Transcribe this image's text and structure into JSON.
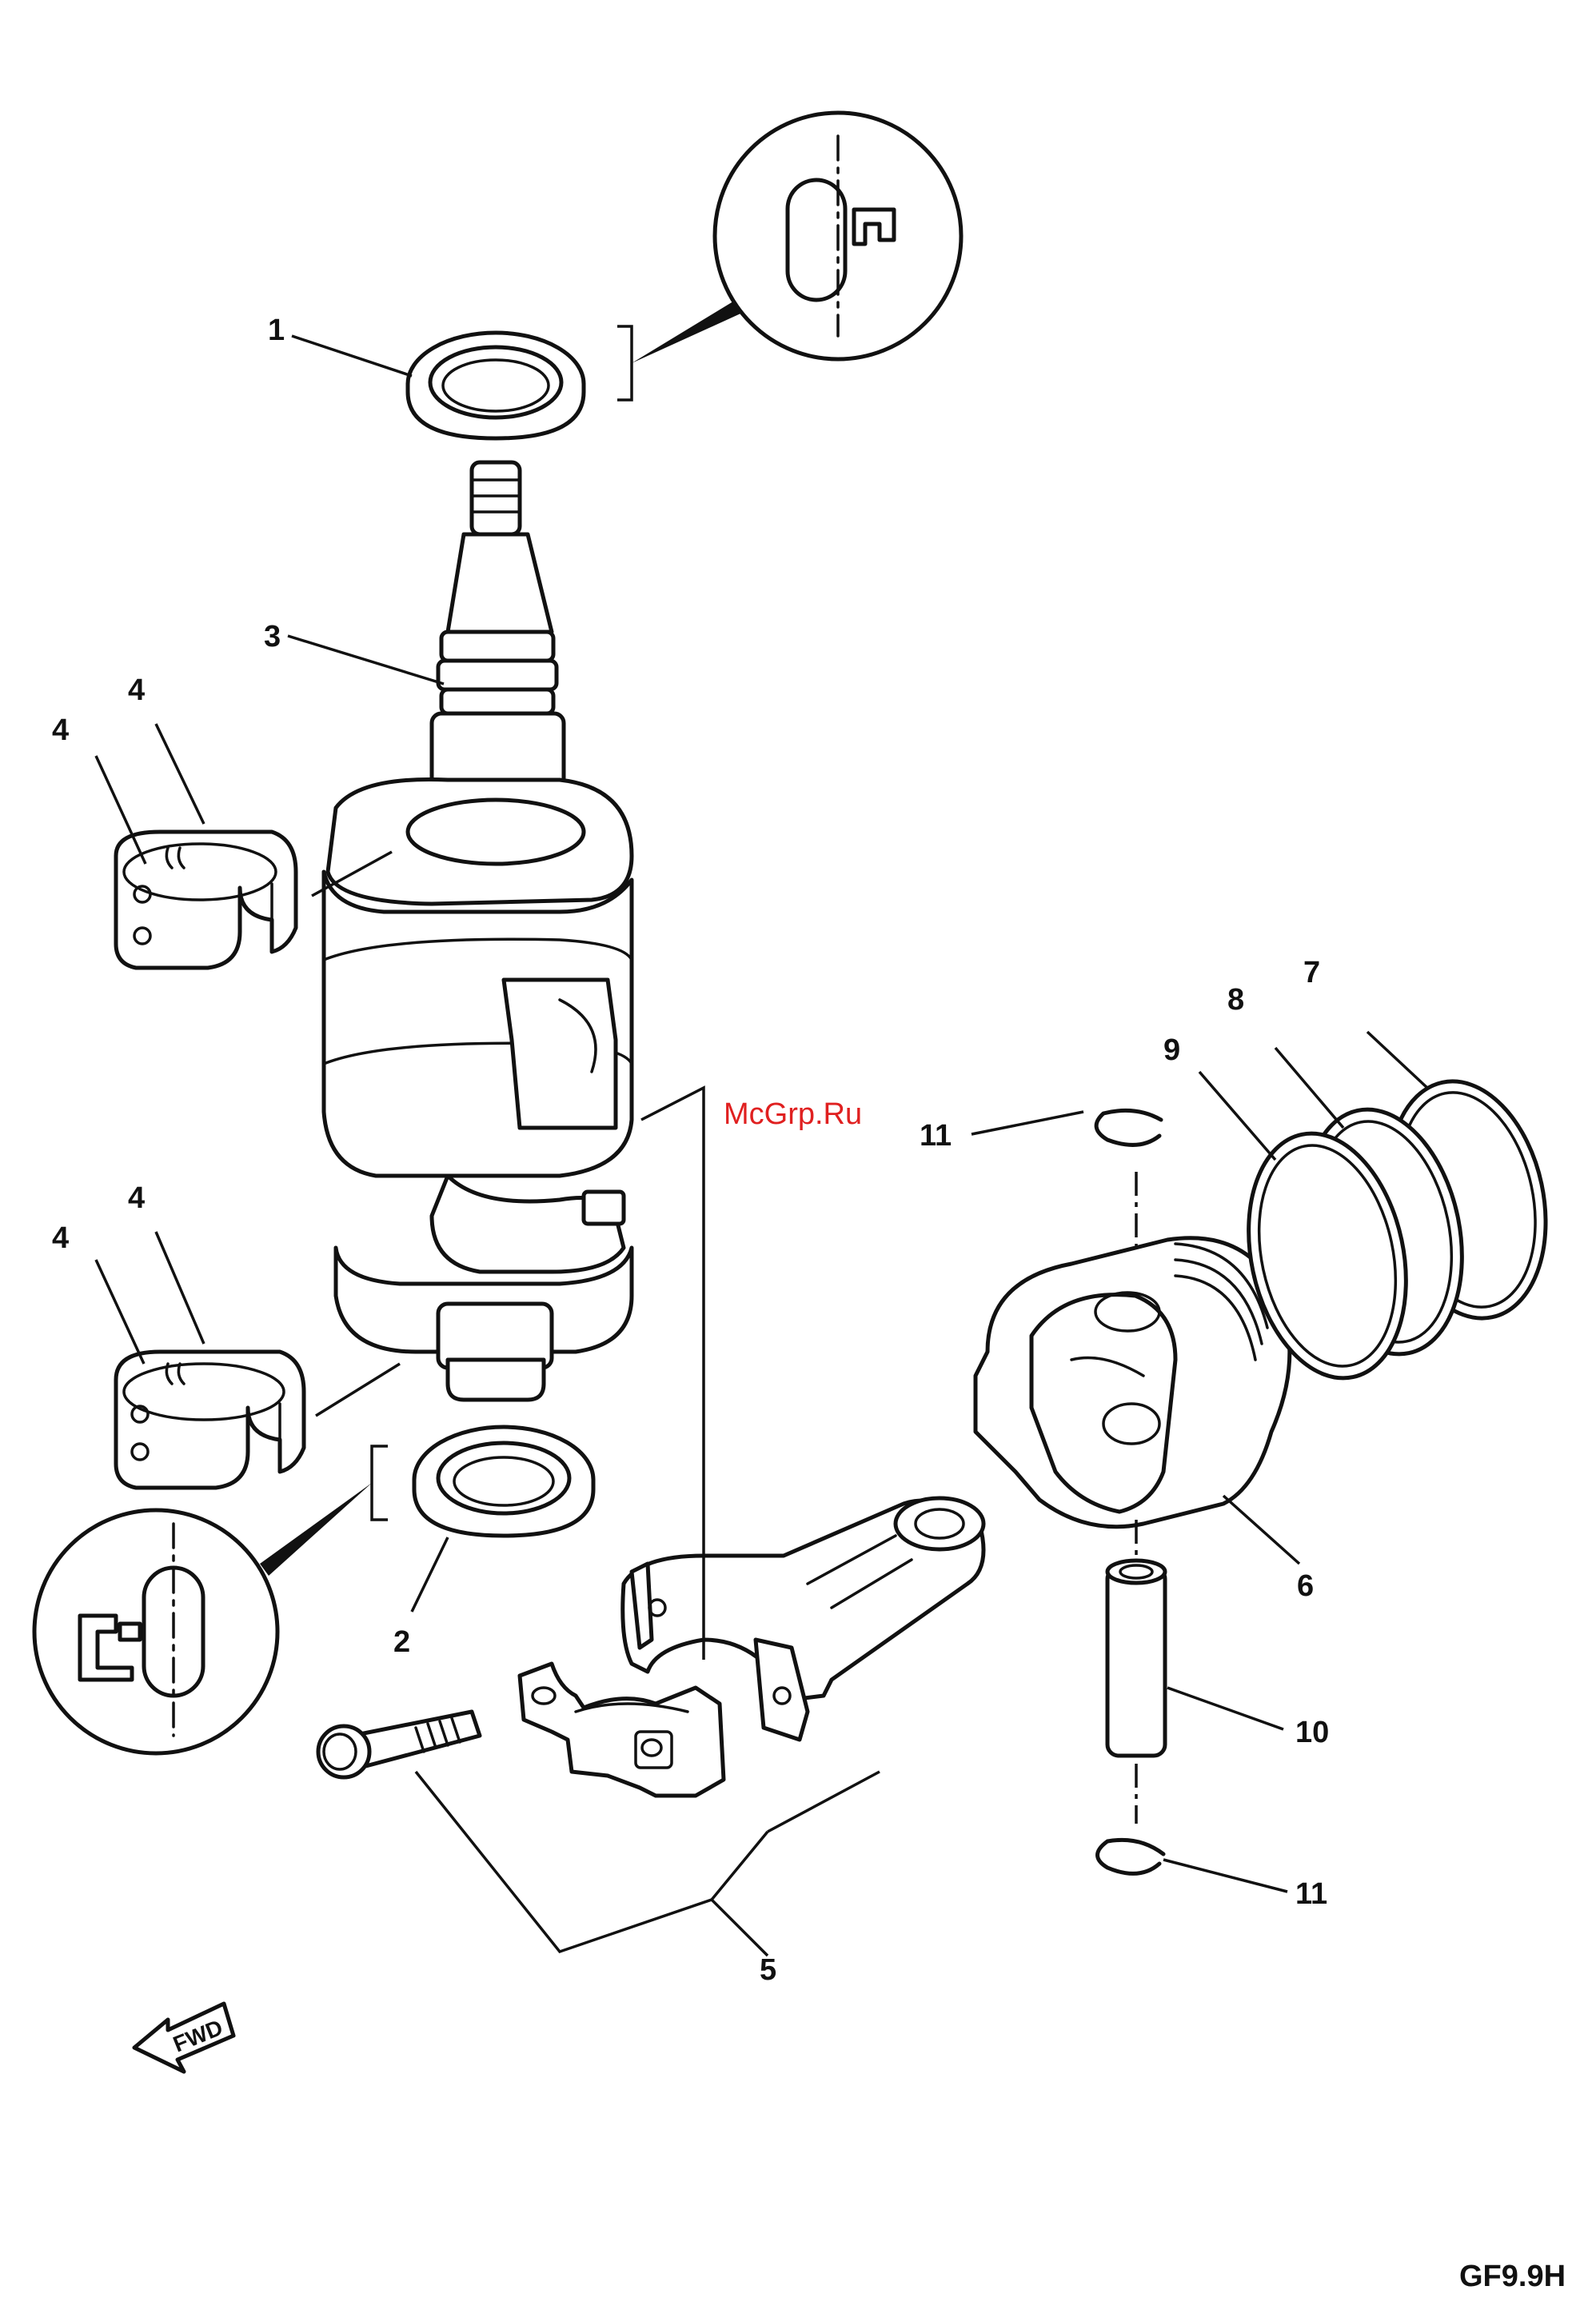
{
  "callouts": {
    "c1": "1",
    "c2": "2",
    "c3": "3",
    "c4a": "4",
    "c4b": "4",
    "c4c": "4",
    "c4d": "4",
    "c5": "5",
    "c6": "6",
    "c7": "7",
    "c8": "8",
    "c9": "9",
    "c10": "10",
    "c11a": "11",
    "c11b": "11"
  },
  "watermark": "McGrp.Ru",
  "diagram_code": "GF9.9H",
  "fwd_label": "FWD",
  "colors": {
    "line": "#111111",
    "watermark": "#e02020",
    "background": "#ffffff"
  }
}
